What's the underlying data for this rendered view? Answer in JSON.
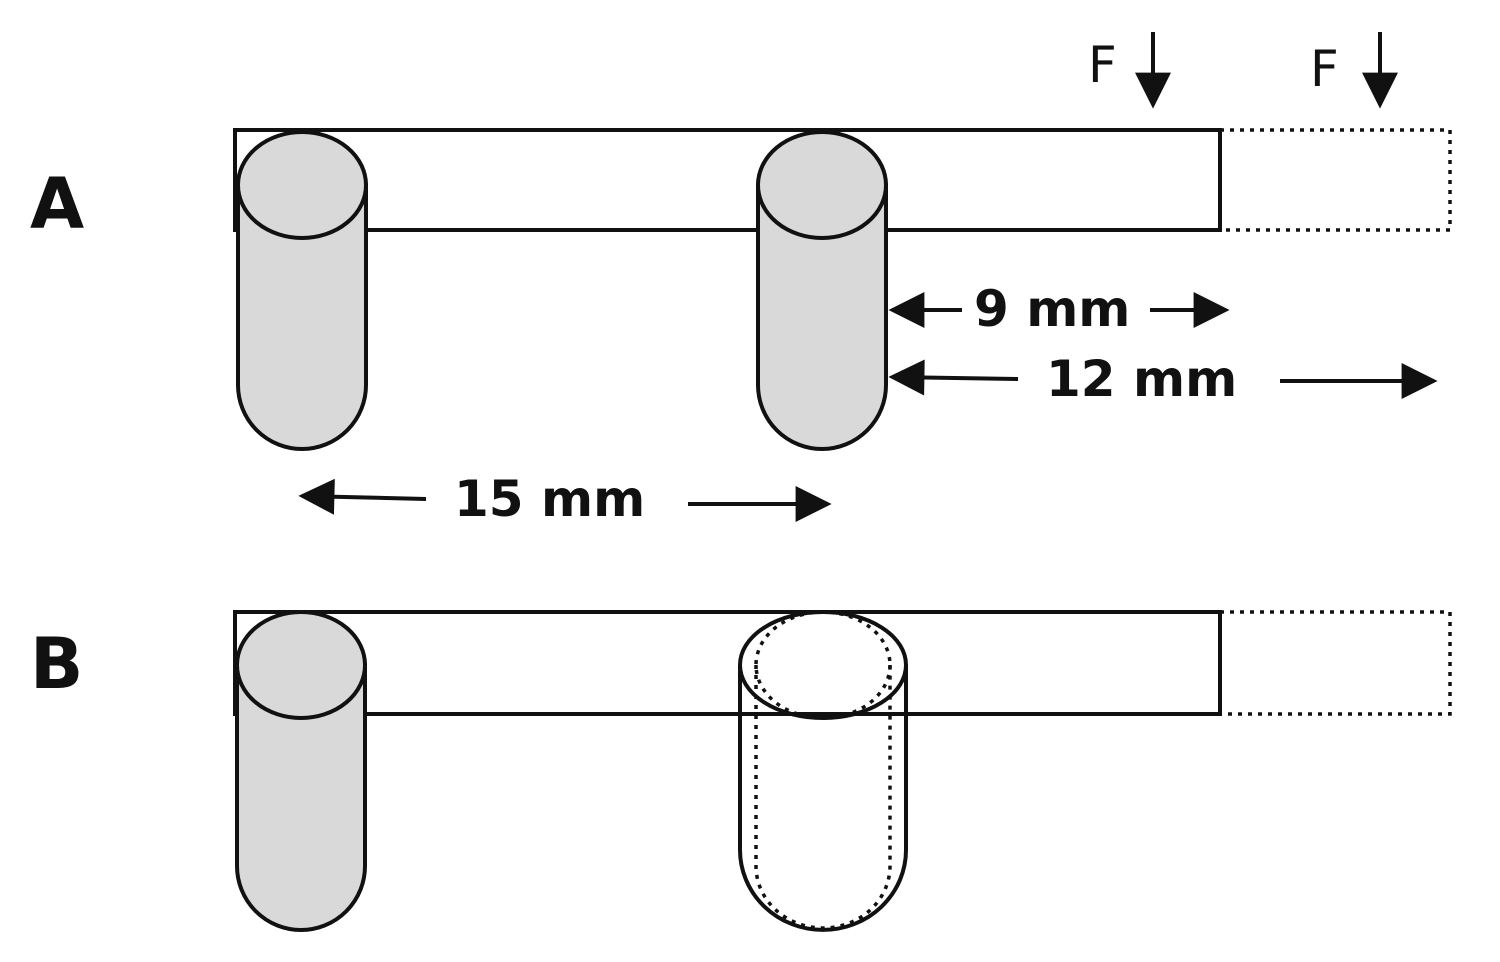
{
  "panels": {
    "a": {
      "label": "A"
    },
    "b": {
      "label": "B"
    }
  },
  "forces": {
    "f1": {
      "label": "F"
    },
    "f2": {
      "label": "F"
    }
  },
  "dimensions": {
    "d9": "9 mm",
    "d12": "12 mm",
    "d15": "15 mm"
  },
  "colors": {
    "implant_fill": "#d9d9d9",
    "stroke": "#111111"
  }
}
